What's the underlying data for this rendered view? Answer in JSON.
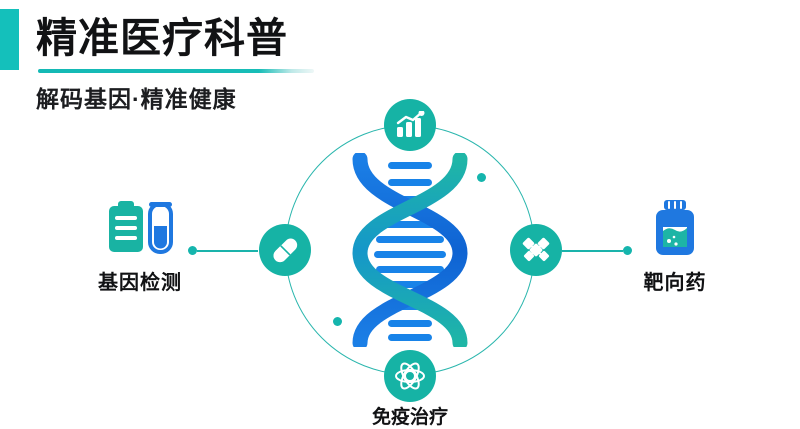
{
  "header": {
    "title": "精准医疗科普",
    "subtitle": "解码基因·精准健康",
    "accent_color": "#14c0bb"
  },
  "colors": {
    "teal": "#16b3a5",
    "teal_ring": "#2ab6ad",
    "blue": "#1883e8",
    "blue_dark": "#0f62d0",
    "text": "#111214",
    "background": "#ffffff"
  },
  "diagram": {
    "center_icon": "dna-helix-icon",
    "ring_nodes": [
      {
        "position": "top",
        "icon": "bar-chart-growth-icon",
        "label": ""
      },
      {
        "position": "left",
        "icon": "capsule-pill-icon",
        "label": ""
      },
      {
        "position": "right",
        "icon": "molecule-icon",
        "label": ""
      },
      {
        "position": "bottom",
        "icon": "atom-icon",
        "label": "免疫治疗"
      }
    ]
  },
  "side_items": [
    {
      "side": "left",
      "icon": "clipboard-test-tube-icon",
      "label": "基因检测"
    },
    {
      "side": "right",
      "icon": "medicine-bottle-icon",
      "label": "靶向药"
    }
  ]
}
